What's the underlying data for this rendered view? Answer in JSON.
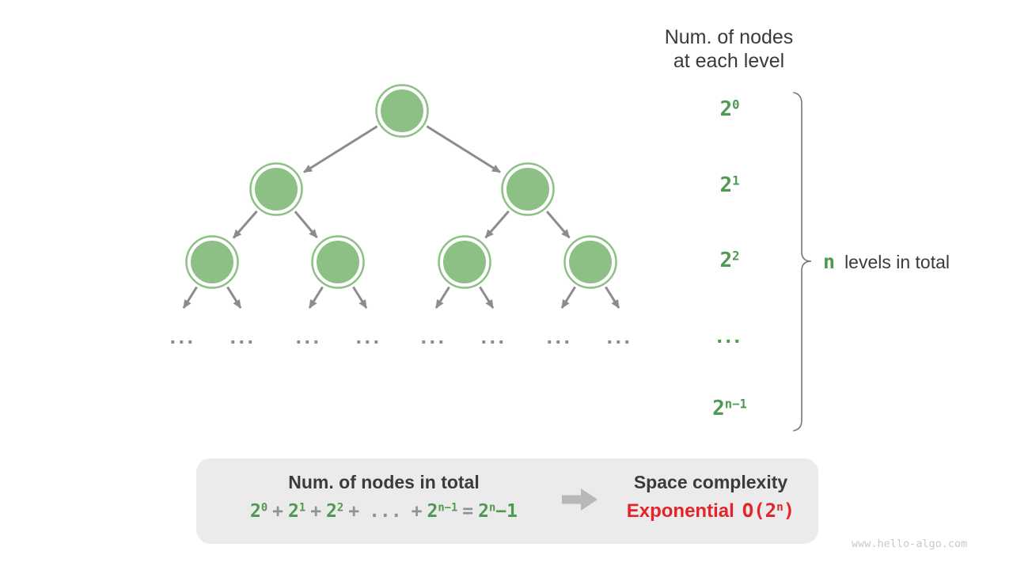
{
  "header": {
    "line1": "Num. of nodes",
    "line2": "at each level"
  },
  "levels": [
    {
      "base": "2",
      "exp": "0"
    },
    {
      "base": "2",
      "exp": "1"
    },
    {
      "base": "2",
      "exp": "2"
    },
    {
      "dots": "···"
    },
    {
      "base": "2",
      "exp": "n−1"
    }
  ],
  "brace_label": {
    "n": "n",
    "text": "levels in total"
  },
  "tree": {
    "ellipsis": "···"
  },
  "summary_box": {
    "left_title": "Num. of nodes in total",
    "formula": {
      "t1": {
        "base": "2",
        "exp": "0"
      },
      "op1": "+",
      "t2": {
        "base": "2",
        "exp": "1"
      },
      "op2": "+",
      "t3": {
        "base": "2",
        "exp": "2"
      },
      "op3": "+",
      "dots": "...",
      "op4": "+",
      "t4": {
        "base": "2",
        "exp": "n−1"
      },
      "eq": "=",
      "result": {
        "base": "2",
        "exp": "n",
        "suffix": "−1"
      }
    },
    "right_title": "Space complexity",
    "complexity": {
      "name": "Exponential",
      "big_o_prefix": "O(2",
      "big_o_exp": "n",
      "big_o_suffix": ")"
    }
  },
  "watermark": "www.hello-algo.com",
  "colors": {
    "node_green": "#8cc084",
    "text_green": "#4e9a51",
    "edge_gray": "#8c8c8c",
    "dark_text": "#3a3a3a",
    "red": "#e3242b",
    "box_bg": "#ebebeb",
    "block_arrow": "#b8b8b8",
    "watermark_gray": "#c9c9c9"
  }
}
